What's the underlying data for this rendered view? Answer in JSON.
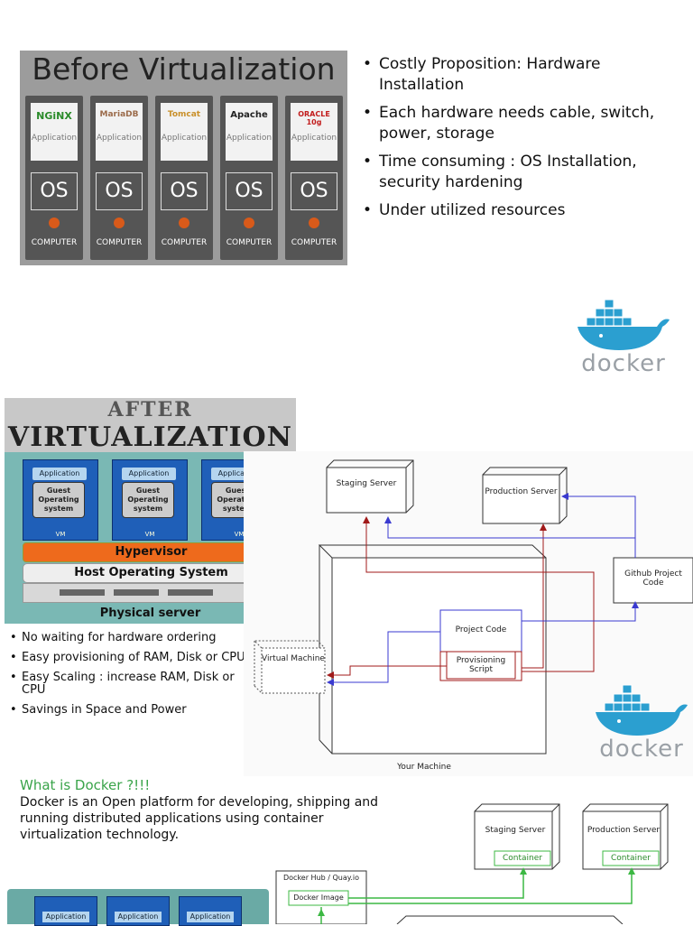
{
  "before": {
    "title": "Before Virtualization",
    "computers": [
      {
        "logo": "NGiNX",
        "app": "Application",
        "os": "OS",
        "label": "COMPUTER"
      },
      {
        "logo": "MariaDB",
        "app": "Application",
        "os": "OS",
        "label": "COMPUTER"
      },
      {
        "logo": "Tomcat",
        "app": "Application",
        "os": "OS",
        "label": "COMPUTER"
      },
      {
        "logo": "Apache",
        "app": "Application",
        "os": "OS",
        "label": "COMPUTER"
      },
      {
        "logo": "ORACLE 10g",
        "app": "Application",
        "os": "OS",
        "label": "COMPUTER"
      }
    ],
    "bullets": [
      "Costly Proposition: Hardware Installation",
      "Each hardware needs cable, switch, power, storage",
      "Time consuming : OS Installation, security hardening",
      "Under utilized resources"
    ]
  },
  "docker_logo": {
    "word": "docker"
  },
  "after": {
    "title_line1": "After",
    "title_line2": "Virtualization",
    "vms": [
      {
        "app": "Application",
        "guest": "Guest Operating system",
        "vm": "VM"
      },
      {
        "app": "Application",
        "guest": "Guest Operating system",
        "vm": "VM"
      },
      {
        "app": "Application",
        "guest": "Guest Operating system",
        "vm": "VM"
      }
    ],
    "hypervisor": "Hypervisor",
    "host_os": "Host Operating System",
    "physical": "Physical server",
    "bullets": [
      "No waiting for hardware ordering",
      "Easy provisioning of RAM, Disk or CPU",
      "Easy Scaling : increase RAM, Disk or CPU",
      "Savings in Space and Power"
    ]
  },
  "diagram": {
    "staging": "Staging Server",
    "production": "Production Server",
    "github": "Github Project Code",
    "project_code": "Project Code",
    "provisioning": "Provisioning Script",
    "virtual_machine": "Virtual Machine",
    "your_machine": "Your Machine",
    "colors": {
      "red": "#a11a1a",
      "blue": "#3a3ad0"
    }
  },
  "what_is_docker": {
    "title": "What is Docker ?!!!",
    "text": "Docker is an Open platform for developing, shipping and running distributed applications using container virtualization technology."
  },
  "diagram2": {
    "hub": "Docker Hub / Quay.io",
    "image": "Docker Image",
    "staging": "Staging Server",
    "production": "Production Server",
    "container1": "Container",
    "container2": "Container",
    "app_labels": [
      "Application",
      "Application",
      "Application"
    ],
    "colors": {
      "green": "#3cb843"
    }
  }
}
